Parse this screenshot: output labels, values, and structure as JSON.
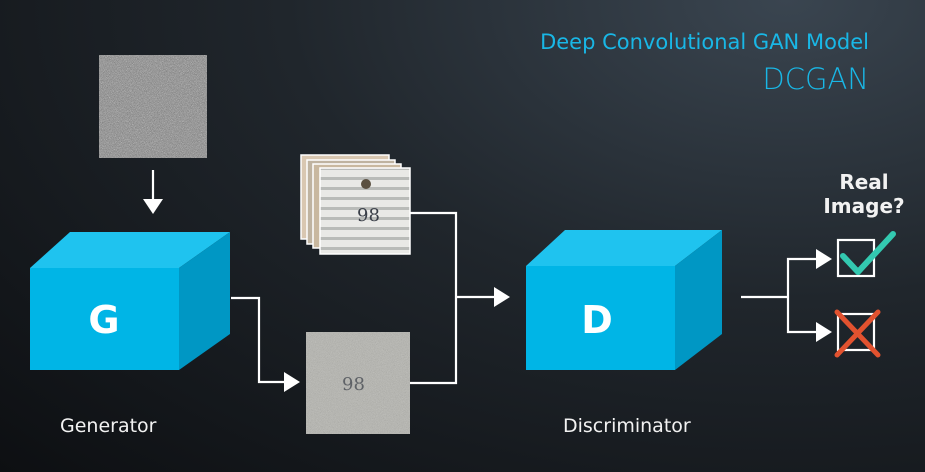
{
  "header": {
    "subtitle": "Deep Convolutional GAN Model",
    "title": "DCGAN"
  },
  "generator": {
    "letter": "G",
    "label": "Generator"
  },
  "discriminator": {
    "letter": "D",
    "label": "Discriminator"
  },
  "output": {
    "question": "Real Image?"
  },
  "images": {
    "real_digits": "98",
    "fake_digits": "98"
  },
  "colors": {
    "accent": "#19b7e6",
    "box_front": "#00b5e6",
    "box_top": "#1fc3ef",
    "box_side": "#0097c4",
    "check": "#33c9b0",
    "cross": "#e2522f"
  },
  "icons": [
    "arrow-down-icon",
    "arrow-right-icon",
    "checkbox-check-icon",
    "checkbox-cross-icon"
  ]
}
